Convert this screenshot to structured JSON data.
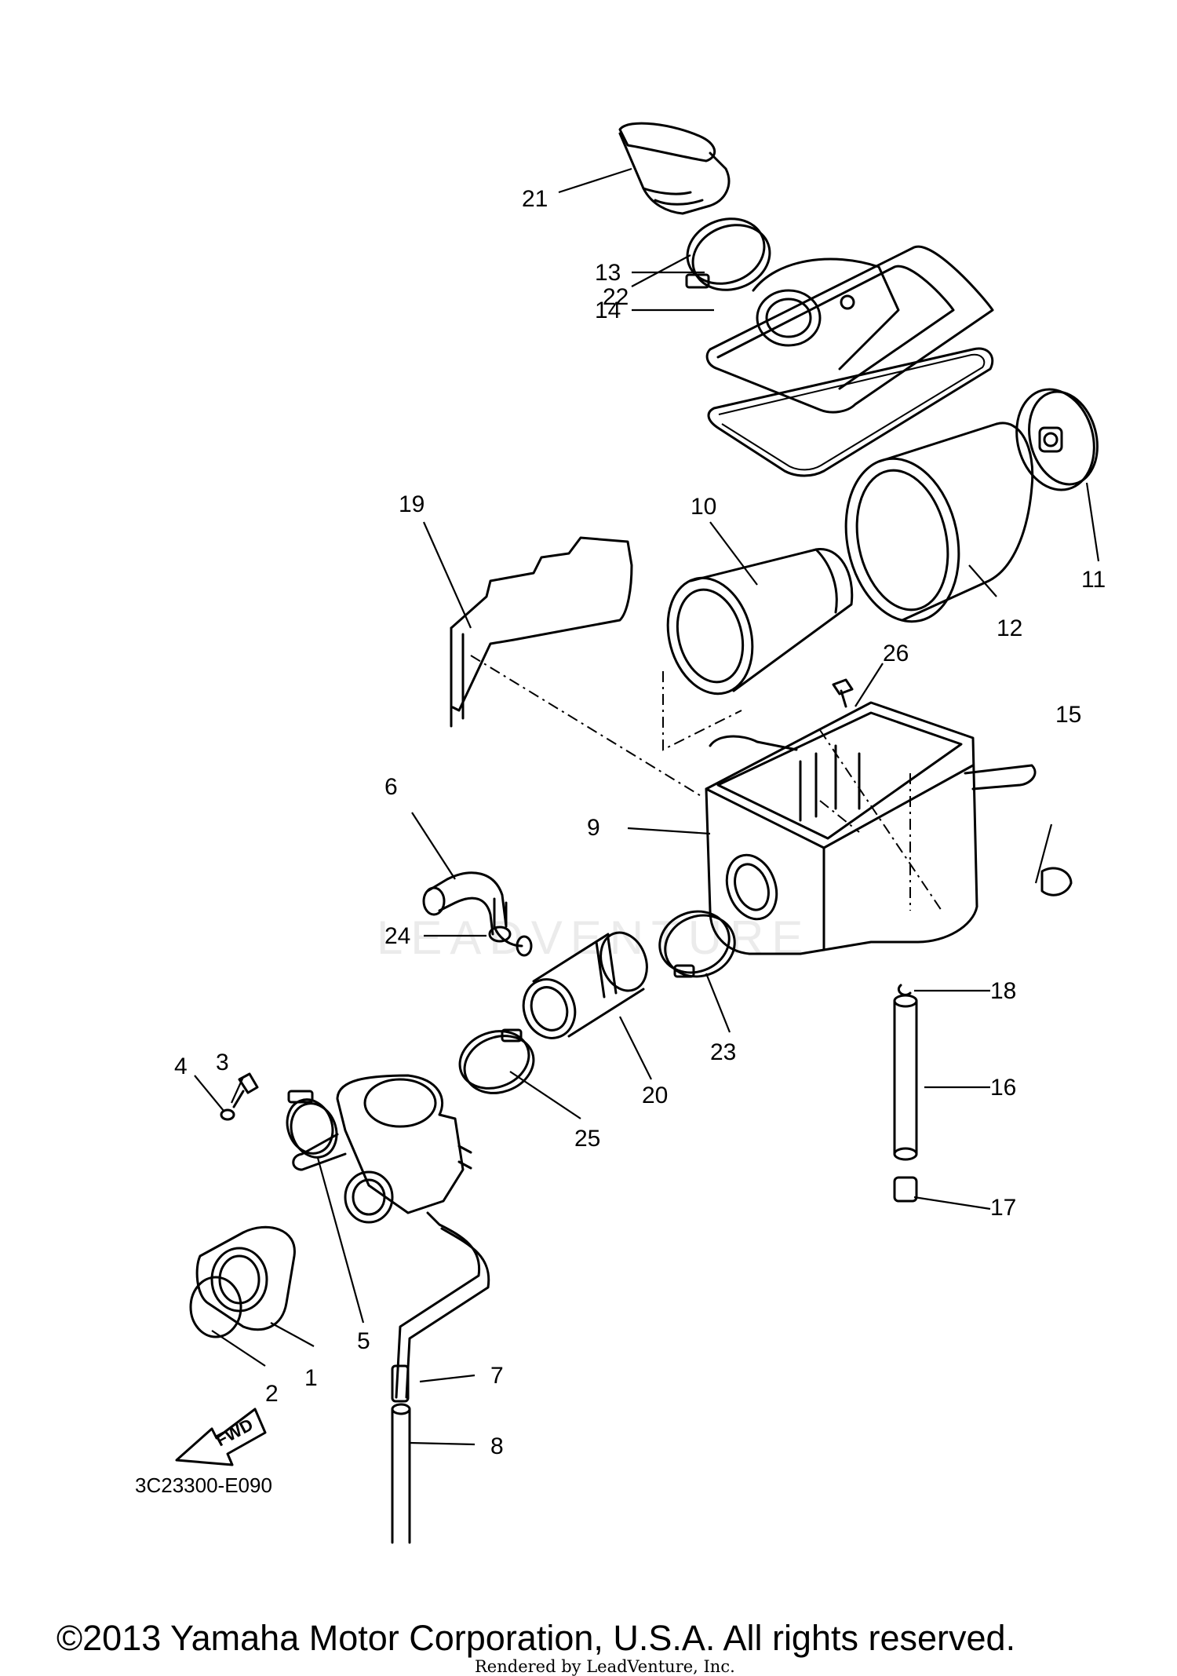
{
  "figure_code": "3C23300-E090",
  "fwd_label": "FWD",
  "copyright": "©2013 Yamaha Motor Corporation, U.S.A. All rights reserved.",
  "rendered_by": "Rendered by LeadVenture, Inc.",
  "watermark": "LEADVENTURE",
  "callouts": [
    {
      "id": "1",
      "label": "1"
    },
    {
      "id": "2",
      "label": "2"
    },
    {
      "id": "3",
      "label": "3"
    },
    {
      "id": "4",
      "label": "4"
    },
    {
      "id": "5",
      "label": "5"
    },
    {
      "id": "6",
      "label": "6"
    },
    {
      "id": "7",
      "label": "7"
    },
    {
      "id": "8",
      "label": "8"
    },
    {
      "id": "9",
      "label": "9"
    },
    {
      "id": "10",
      "label": "10"
    },
    {
      "id": "11",
      "label": "11"
    },
    {
      "id": "12",
      "label": "12"
    },
    {
      "id": "13",
      "label": "13"
    },
    {
      "id": "14",
      "label": "14"
    },
    {
      "id": "15",
      "label": "15"
    },
    {
      "id": "16",
      "label": "16"
    },
    {
      "id": "17",
      "label": "17"
    },
    {
      "id": "18",
      "label": "18"
    },
    {
      "id": "19",
      "label": "19"
    },
    {
      "id": "20",
      "label": "20"
    },
    {
      "id": "21",
      "label": "21"
    },
    {
      "id": "22",
      "label": "22"
    },
    {
      "id": "23",
      "label": "23"
    },
    {
      "id": "24",
      "label": "24"
    },
    {
      "id": "25",
      "label": "25"
    },
    {
      "id": "26",
      "label": "26"
    }
  ]
}
